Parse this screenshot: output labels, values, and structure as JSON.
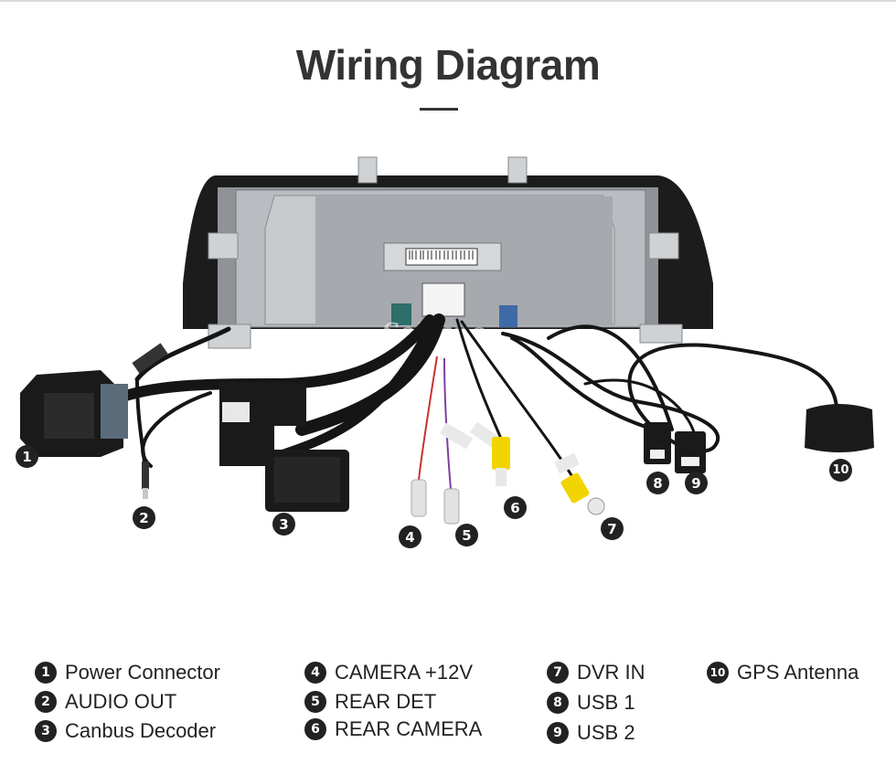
{
  "title": "Wiring Diagram",
  "watermark": "Seicane",
  "callouts": [
    {
      "num": "1"
    },
    {
      "num": "2"
    },
    {
      "num": "3"
    },
    {
      "num": "4"
    },
    {
      "num": "5"
    },
    {
      "num": "6"
    },
    {
      "num": "7"
    },
    {
      "num": "8"
    },
    {
      "num": "9"
    },
    {
      "num": "10"
    }
  ],
  "legend": [
    {
      "num": "1",
      "label": "Power Connector"
    },
    {
      "num": "2",
      "label": "AUDIO OUT"
    },
    {
      "num": "3",
      "label": "Canbus Decoder"
    },
    {
      "num": "4",
      "label": "CAMERA +12V"
    },
    {
      "num": "5",
      "label": "REAR DET"
    },
    {
      "num": "6",
      "label": "REAR CAMERA"
    },
    {
      "num": "7",
      "label": "DVR IN"
    },
    {
      "num": "8",
      "label": "USB 1"
    },
    {
      "num": "9",
      "label": "USB 2"
    },
    {
      "num": "10",
      "label": "GPS Antenna"
    }
  ],
  "colors": {
    "badge": "#222222",
    "rca_yellow": "#f2d400",
    "unit_silver": "#b9bcc0",
    "frame_black": "#1c1c1c",
    "cable_black": "#151515"
  }
}
